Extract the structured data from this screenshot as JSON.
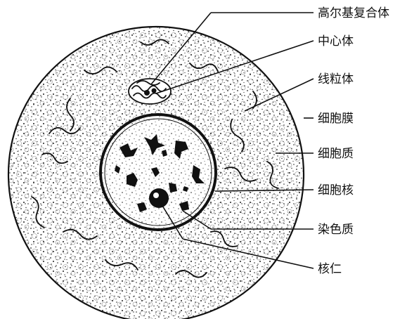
{
  "labels": {
    "golgi": "高尔基复合体",
    "centrosome": "中心体",
    "mitochondria": "线粒体",
    "membrane": "细胞膜",
    "cytoplasm": "细胞质",
    "nucleus": "细胞核",
    "chromatin": "染色质",
    "nucleolus": "核仁"
  }
}
